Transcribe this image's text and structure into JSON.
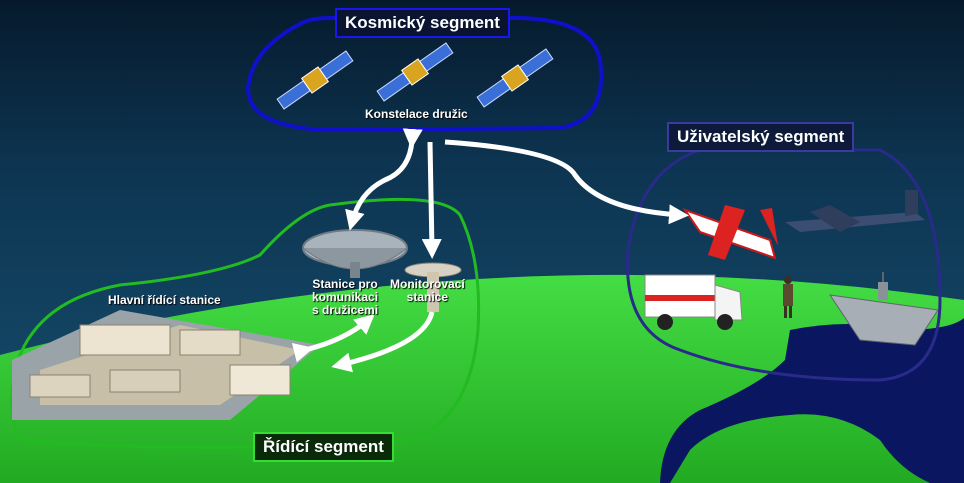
{
  "segments": {
    "space": {
      "title": "Kosmický segment",
      "caption": "Konstelace družic"
    },
    "user": {
      "title": "Uživatelský segment"
    },
    "control": {
      "title": "Řídící segment",
      "master_station": "Hlavní řídící stanice",
      "comm_station_line1": "Stanice pro",
      "comm_station_line2": "komunikaci",
      "comm_station_line3": "s družicemi",
      "monitor_station_line1": "Monitorovací",
      "monitor_station_line2": "stanice"
    }
  },
  "colors": {
    "space_border": "#1010cc",
    "user_border": "#2a2a8a",
    "control_border": "#22bb22",
    "ground": "#33cc33",
    "water": "#0a1660",
    "arrow": "#ffffff"
  }
}
